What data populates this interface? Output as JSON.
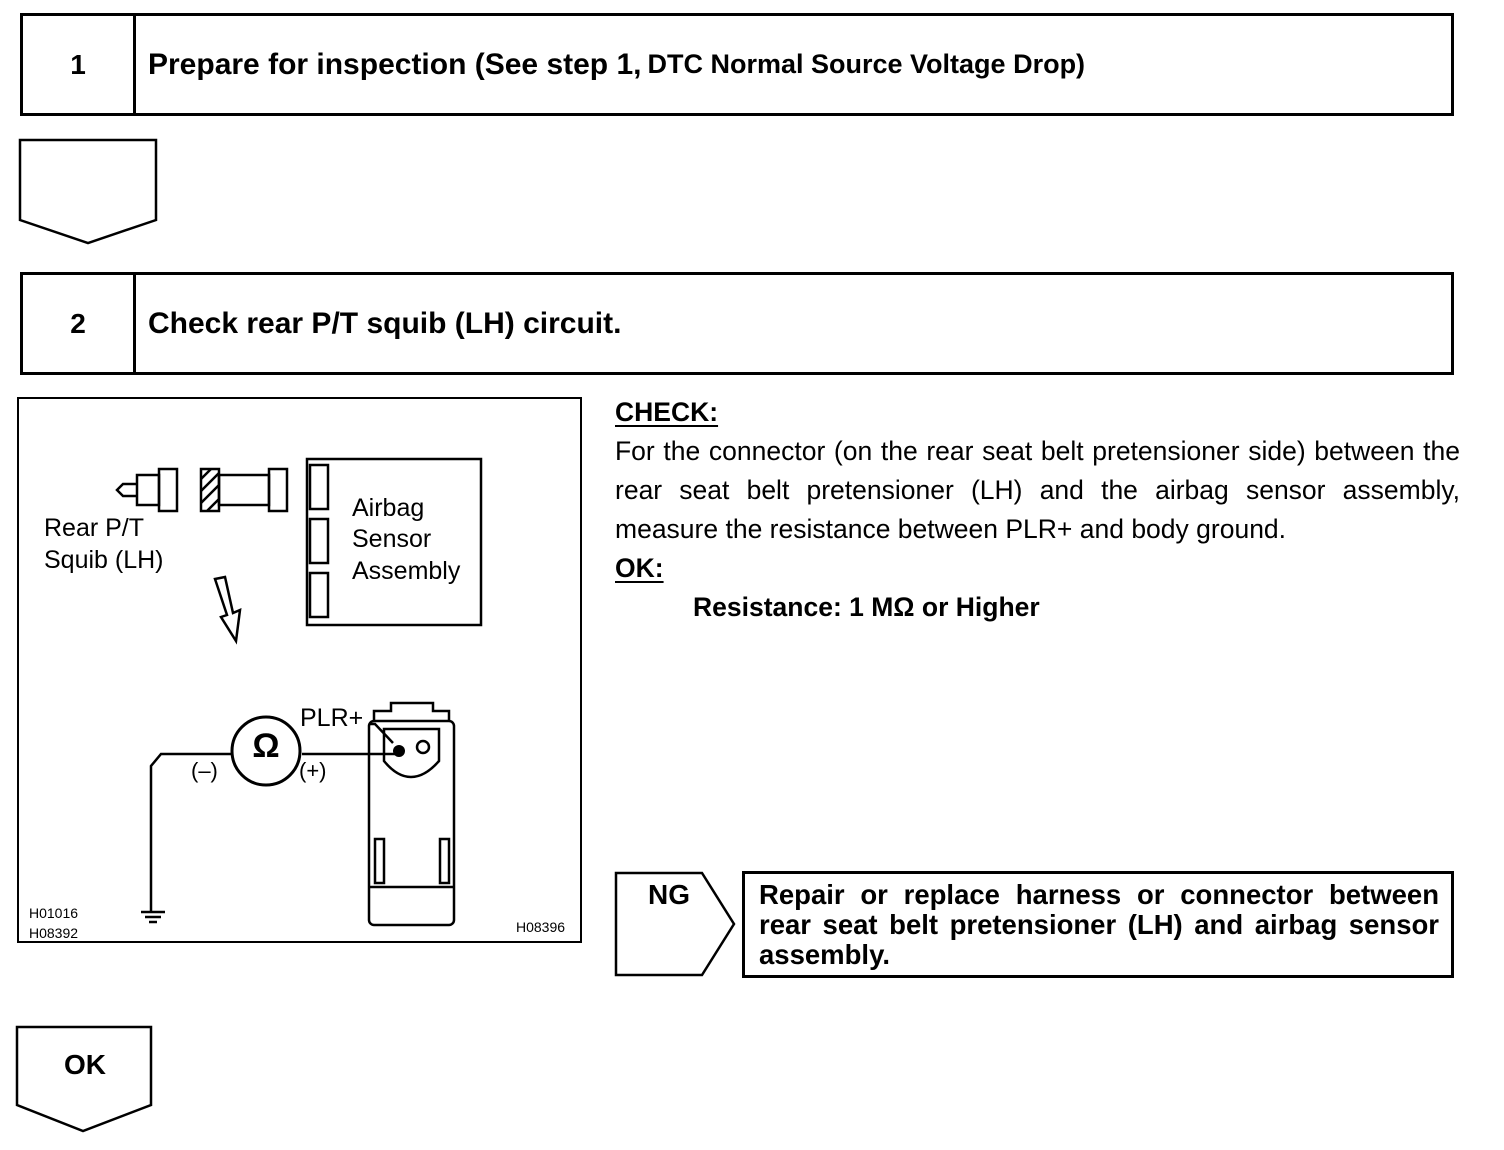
{
  "step1": {
    "number": "1",
    "title": "Prepare for inspection (See step 1,",
    "title_ref": "DTC Normal Source Voltage Drop)"
  },
  "step2": {
    "number": "2",
    "title": "Check rear P/T squib (LH) circuit."
  },
  "diagram": {
    "squib_label_line1": "Rear P/T",
    "squib_label_line2": "Squib (LH)",
    "sensor_label_line1": "Airbag",
    "sensor_label_line2": "Sensor",
    "sensor_label_line3": "Assembly",
    "terminal_label": "PLR+",
    "meter_symbol": "Ω",
    "negative_label": "(–)",
    "positive_label": "(+)",
    "code_1": "H01016",
    "code_2": "H08392",
    "code_3": "H08396"
  },
  "check": {
    "heading": "CHECK:",
    "text": "For the connector (on the rear seat belt pretensioner side) between the rear seat belt pretensioner (LH) and the airbag sensor assembly, measure the resistance between PLR+ and body ground."
  },
  "ok_spec": {
    "heading": "OK:",
    "text": "Resistance: 1 MΩ or Higher"
  },
  "ng": {
    "label": "NG",
    "action": "Repair or replace harness or connector between rear seat belt pretensioner (LH) and airbag sensor assembly."
  },
  "ok_arrow": {
    "label": "OK"
  }
}
